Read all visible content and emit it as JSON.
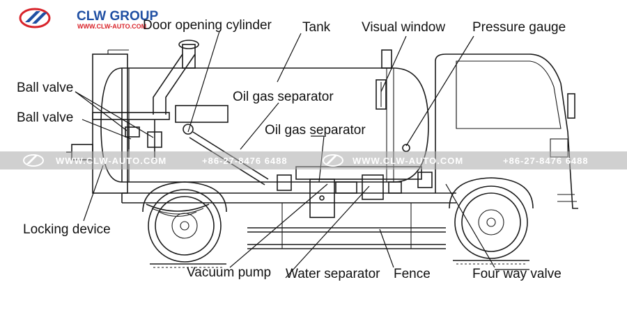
{
  "logo": {
    "brand": "CLW GROUP",
    "url": "WWW.CLW-AUTO.COM"
  },
  "watermark": {
    "site": "WWW.CLW-AUTO.COM",
    "phone": "+86-27-8476 6488"
  },
  "labels": {
    "door_opening_cylinder": "Door opening cylinder",
    "tank": "Tank",
    "visual_window": "Visual window",
    "pressure_gauge": "Pressure gauge",
    "ball_valve_1": "Ball valve",
    "ball_valve_2": "Ball valve",
    "oil_gas_separator_1": "Oil gas separator",
    "oil_gas_separator_2": "Oil gas separator",
    "locking_device": "Locking device",
    "vacuum_pump": "Vacuum pump",
    "water_separator": "Water separator",
    "fence": "Fence",
    "four_way_valve": "Four way valve"
  },
  "colors": {
    "brand_red": "#d8232a",
    "brand_blue": "#1f4fa3",
    "line": "#1a1a1a",
    "watermark_band": "#a9a9a9"
  }
}
